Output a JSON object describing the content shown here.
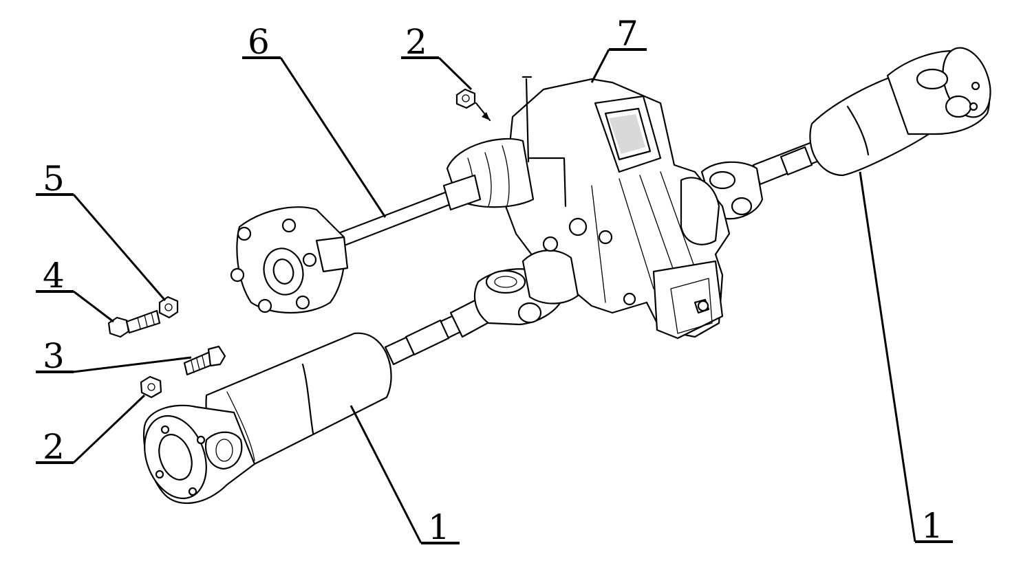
{
  "callouts": [
    {
      "id": "c1a",
      "label": "1"
    },
    {
      "id": "c1b",
      "label": "1"
    },
    {
      "id": "c2a",
      "label": "2"
    },
    {
      "id": "c2b",
      "label": "2"
    },
    {
      "id": "c3",
      "label": "3"
    },
    {
      "id": "c4",
      "label": "4"
    },
    {
      "id": "c5",
      "label": "5"
    },
    {
      "id": "c6",
      "label": "6"
    },
    {
      "id": "c7",
      "label": "7"
    }
  ],
  "colors": {
    "ink": "#000000",
    "paper": "#ffffff",
    "shade": "#d9d9d9"
  }
}
